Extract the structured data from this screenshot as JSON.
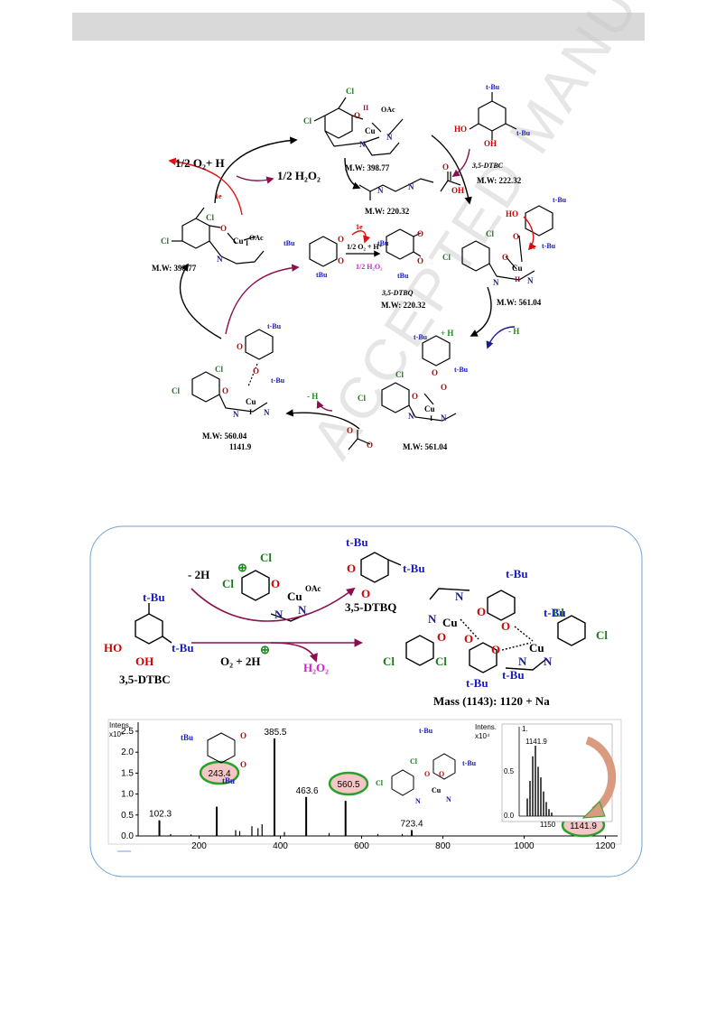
{
  "scheme": {
    "half_o2_h": "1/2 O₂+ H",
    "half_h2o2": "1/2 H₂O₂",
    "one_e_left": "1e",
    "one_e_mid": "1e",
    "one_e_right": "1e",
    "mw_top": "M.W: 398.77",
    "mw_left": "M.W: 398.77",
    "mw_imine": "M.W: 220.32",
    "mw_dtbc": "M.W: 222.32",
    "mw_dtbq": "M.W: 220.32",
    "mw_right": "M.W: 561.04",
    "mw_mid": "M.W: 561.04",
    "mw_bottom_left": "M.W: 560.04",
    "mass_bottom_left": "1141.9",
    "dtbc_name": "3,5-DTBC",
    "dtbq_name": "3,5-DTBQ",
    "oxidant_small": "1/2 O₂ + H⁺",
    "h2o2_small": "1/2 H₂O₂",
    "minus_h_right": "- H",
    "plus_h_right": "+ H",
    "minus_h_left": "- H",
    "tbu": "t-Bu",
    "sup_tbu": "tBu",
    "cu": "Cu",
    "ii": "II",
    "i": "I",
    "oac": "OAc",
    "n": "N",
    "cl": "Cl",
    "o": "O",
    "oh": "OH",
    "ho": "HO"
  },
  "graphical_abstract": {
    "minus_2h": "- 2H",
    "o2_2h": "O₂ + 2H",
    "h2o2": "H₂O₂",
    "dtbc": "3,5-DTBC",
    "dtbq": "3,5-DTBQ",
    "mass_label": "Mass (1143): 1120 + Na"
  },
  "spectrum": {
    "intens_label": "Intens.",
    "scale_label": "x10⁵",
    "inset_intens": "Intens.",
    "inset_scale": "x10⁴",
    "y_ticks": [
      "2.5",
      "2.0",
      "1.5",
      "1.0",
      "0.5",
      "0.0"
    ],
    "x_ticks": [
      "200",
      "400",
      "600",
      "800",
      "1000",
      "1200"
    ],
    "inset_y_ticks": [
      "1.",
      "0.5",
      "0.0"
    ],
    "inset_x_tick": "1150",
    "inset_peak": "1141.9",
    "peaks": [
      {
        "mz": 102.3,
        "rel": 0.16,
        "label": "102.3"
      },
      {
        "mz": 243.4,
        "rel": 0.3,
        "label": "243.4"
      },
      {
        "mz": 385.5,
        "rel": 1.0,
        "label": "385.5"
      },
      {
        "mz": 463.6,
        "rel": 0.4,
        "label": "463.6"
      },
      {
        "mz": 560.5,
        "rel": 0.36,
        "label": "560.5"
      },
      {
        "mz": 723.4,
        "rel": 0.06,
        "label": "723.4"
      },
      {
        "mz": 1141.9,
        "rel": 0.03,
        "label": "1141.9"
      }
    ]
  }
}
